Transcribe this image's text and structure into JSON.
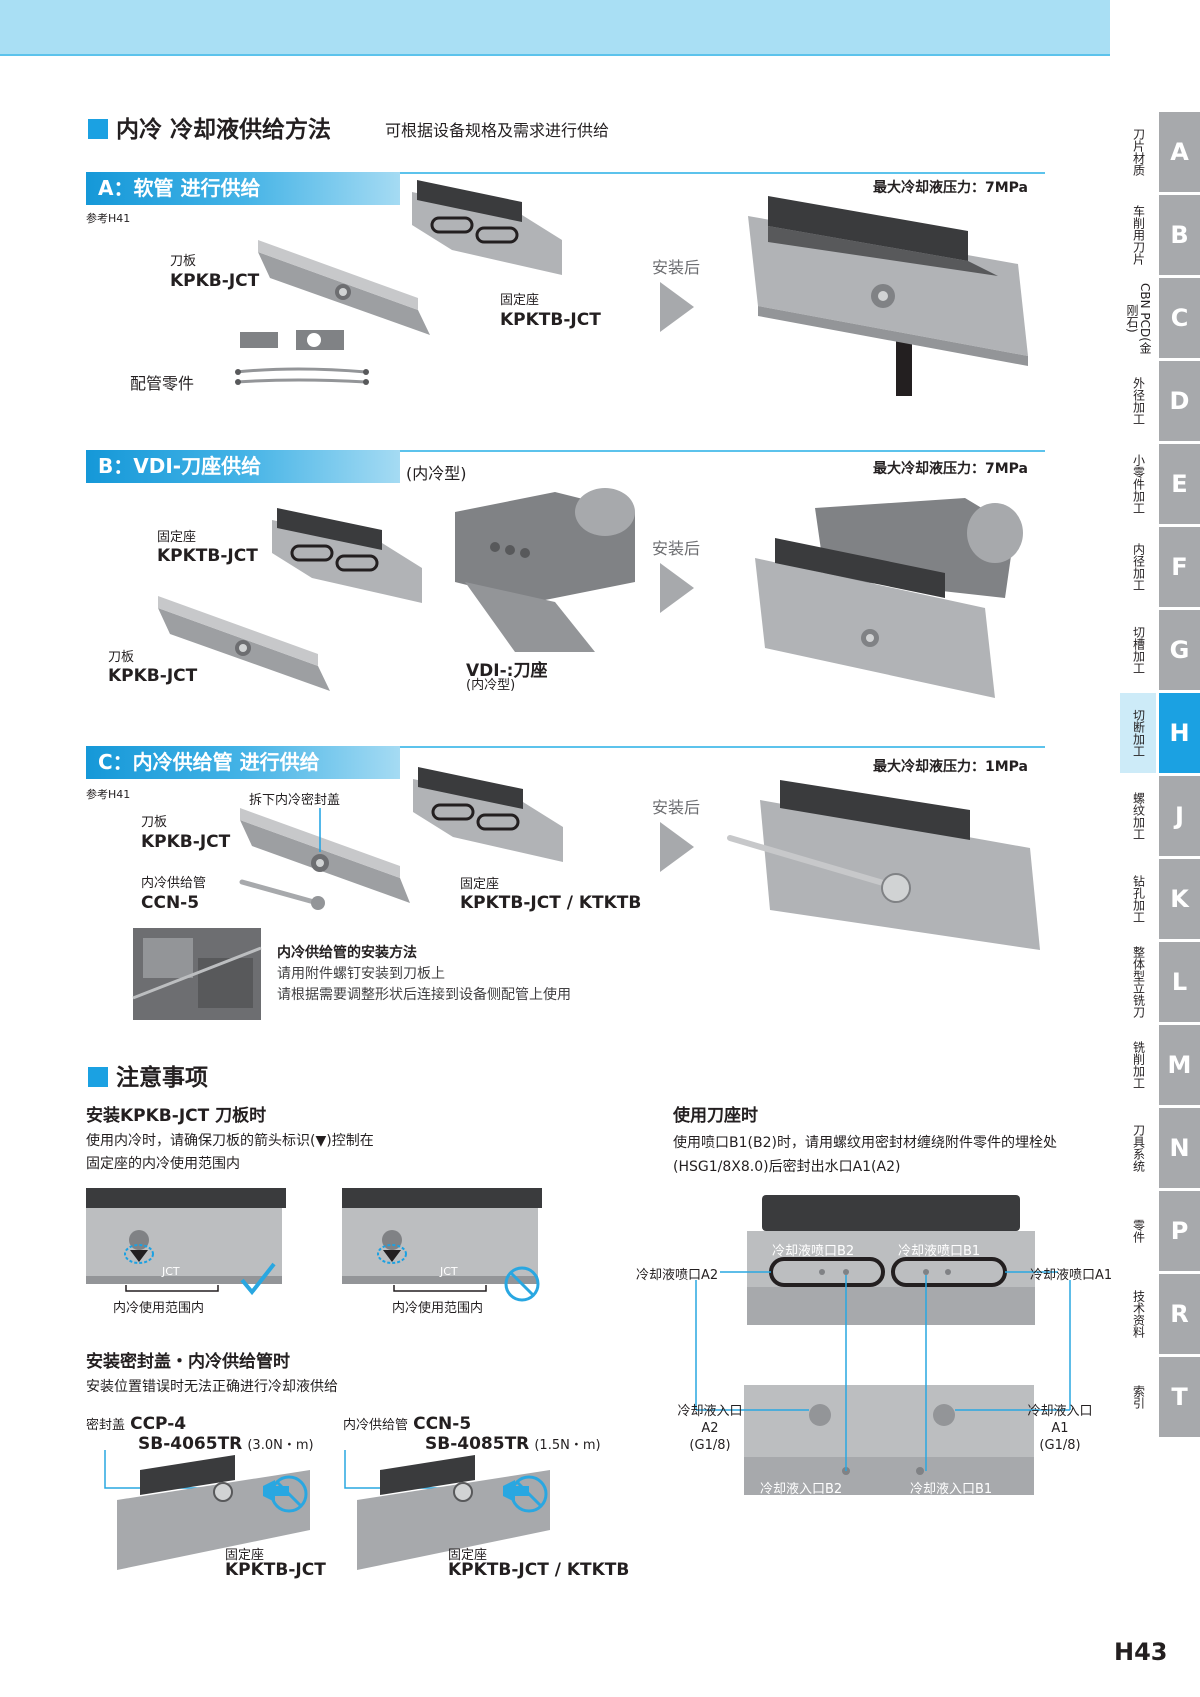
{
  "header": {
    "title": "内冷 冷却液供给方法",
    "subtitle": "可根据设备规格及需求进行供给"
  },
  "sectionA": {
    "bar": "A：软管 进行供给",
    "ref": "参考H41",
    "pressure": "最大冷却液压力：7MPa",
    "blade_name": "刀板",
    "blade_code": "KPKB-JCT",
    "holder_name": "固定座",
    "holder_code": "KPKTB-JCT",
    "parts": "配管零件",
    "after": "安装后"
  },
  "sectionB": {
    "bar": "B：VDI-刀座供给",
    "note": "(内冷型)",
    "pressure": "最大冷却液压力：7MPa",
    "holder_name": "固定座",
    "holder_code": "KPKTB-JCT",
    "blade_name": "刀板",
    "blade_code": "KPKB-JCT",
    "vdi_name": "VDI-:刀座",
    "vdi_note": "(内冷型)",
    "after": "安装后"
  },
  "sectionC": {
    "bar": "C：内冷供给管 进行供给",
    "ref": "参考H41",
    "pressure": "最大冷却液压力：1MPa",
    "remove_cap": "拆下内冷密封盖",
    "blade_name": "刀板",
    "blade_code": "KPKB-JCT",
    "pipe_name": "内冷供给管",
    "pipe_code": "CCN-5",
    "holder_name": "固定座",
    "holder_code": "KPKTB-JCT / KTKTB",
    "after": "安装后",
    "method_title": "内冷供给管的安装方法",
    "method_line1": "请用附件螺钉安装到刀板上",
    "method_line2": "请根据需要调整形状后连接到设备侧配管上使用"
  },
  "notes": {
    "title": "注意事项",
    "kpkb": {
      "heading": "安装KPKB-JCT 刀板时",
      "line1": "使用内冷时，请确保刀板的箭头标识(▼)控制在",
      "line2": "固定座的内冷使用范围内",
      "range_ok": "内冷使用范围内",
      "range_ng": "内冷使用范围内",
      "jct": "JCT"
    },
    "seal": {
      "heading": "安装密封盖・内冷供给管时",
      "line1": "安装位置错误时无法正确进行冷却液供给",
      "cap_label": "密封盖",
      "cap_code": "CCP-4",
      "screw1_code": "SB-4065TR",
      "screw1_torque": "(3.0N・m)",
      "pipe_label": "内冷供给管",
      "pipe_code": "CCN-5",
      "screw2_code": "SB-4085TR",
      "screw2_torque": "(1.5N・m)",
      "holder1_name": "固定座",
      "holder1_code": "KPKTB-JCT",
      "holder2_name": "固定座",
      "holder2_code": "KPKTB-JCT / KTKTB"
    },
    "tool": {
      "heading": "使用刀座时",
      "line1": "使用喷口B1(B2)时，请用螺纹用密封材缠绕附件零件的埋栓处",
      "line2": "(HSG1/8X8.0)后密封出水口A1(A2)",
      "nozzle_b2": "冷却液喷口B2",
      "nozzle_b1": "冷却液喷口B1",
      "nozzle_a2": "冷却液喷口A2",
      "nozzle_a1": "冷却液喷口A1",
      "inlet_a2_1": "冷却液入口",
      "inlet_a2_2": "A2",
      "inlet_a2_3": "(G1/8)",
      "inlet_a1_1": "冷却液入口",
      "inlet_a1_2": "A1",
      "inlet_a1_3": "(G1/8)",
      "inlet_b2": "冷却液入口B2",
      "inlet_b1": "冷却液入口B1"
    }
  },
  "tabs": [
    {
      "letter": "A",
      "label": "刀片材质"
    },
    {
      "letter": "B",
      "label": "车削用刀片"
    },
    {
      "letter": "C",
      "label": "CBN PCD(金刚石)"
    },
    {
      "letter": "D",
      "label": "外径加工"
    },
    {
      "letter": "E",
      "label": "小零件加工"
    },
    {
      "letter": "F",
      "label": "内径加工"
    },
    {
      "letter": "G",
      "label": "切槽加工"
    },
    {
      "letter": "H",
      "label": "切断加工"
    },
    {
      "letter": "J",
      "label": "螺纹加工"
    },
    {
      "letter": "K",
      "label": "钻孔加工"
    },
    {
      "letter": "L",
      "label": "整体型立铣刀"
    },
    {
      "letter": "M",
      "label": "铣削加工"
    },
    {
      "letter": "N",
      "label": "刀具系统"
    },
    {
      "letter": "P",
      "label": "零件"
    },
    {
      "letter": "R",
      "label": "技术资料"
    },
    {
      "letter": "T",
      "label": "索引"
    }
  ],
  "active_tab": "H",
  "page_number": "H43",
  "colors": {
    "accent": "#1ba1e2",
    "band": "#a9dff4",
    "tab_gray": "#a7a9ac",
    "check": "#29a7e1"
  }
}
